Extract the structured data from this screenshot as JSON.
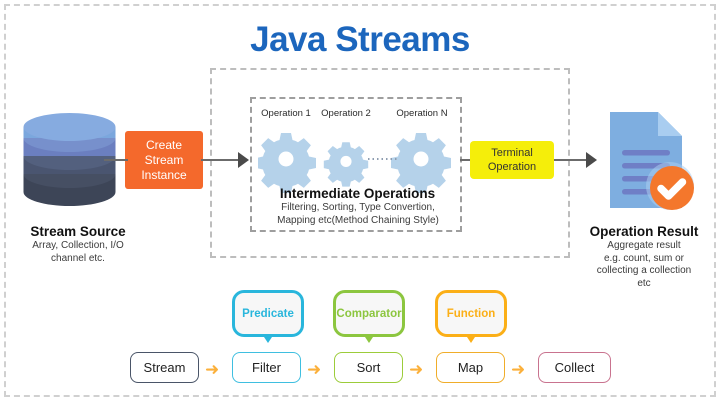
{
  "title": "Java Streams",
  "source": {
    "icon": "database-cylinder-icon",
    "title": "Stream Source",
    "subtitle": "Array, Collection, I/O\nchannel etc."
  },
  "create_stream": {
    "label": "Create\nStream\nInstance",
    "color": "#f4692c"
  },
  "intermediate": {
    "title": "Intermediate Operations",
    "subtitle": "Filtering, Sorting, Type Convertion,\nMapping etc(Method Chaining Style)",
    "operations": [
      {
        "label": "Operation\n1",
        "icon": "gear-icon"
      },
      {
        "label": "Operation\n2",
        "icon": "gear-icon"
      },
      {
        "label": "Operation\nN",
        "icon": "gear-icon"
      }
    ],
    "gear_color": "#b5d2ea"
  },
  "terminal": {
    "label": "Terminal\nOperation",
    "color": "#f5ee0a"
  },
  "result": {
    "icon": "document-check-icon",
    "title": "Operation Result",
    "subtitle": "Aggregate result\ne.g. count, sum or\ncollecting a collection\netc",
    "badge_color": "#f4772c"
  },
  "flow": {
    "steps": [
      {
        "label": "Stream",
        "border": "#4a5568",
        "text": "#222222"
      },
      {
        "label": "Filter",
        "border": "#3fbfe0",
        "text": "#222222"
      },
      {
        "label": "Sort",
        "border": "#9ccc3a",
        "text": "#222222"
      },
      {
        "label": "Map",
        "border": "#f0ad2a",
        "text": "#222222"
      },
      {
        "label": "Collect",
        "border": "#c9738f",
        "text": "#222222"
      }
    ],
    "arrows": [
      "➜",
      "➜",
      "➜",
      "➜"
    ],
    "callouts": [
      {
        "label": "Predicate",
        "color": "#29b6dc"
      },
      {
        "label": "Comparator",
        "color": "#8cc63f"
      },
      {
        "label": "Function",
        "color": "#fbaf17"
      }
    ]
  },
  "colors": {
    "title": "#1c66bd",
    "dash_outer": "#d0d0d0",
    "connector": "#6b6b6b"
  }
}
